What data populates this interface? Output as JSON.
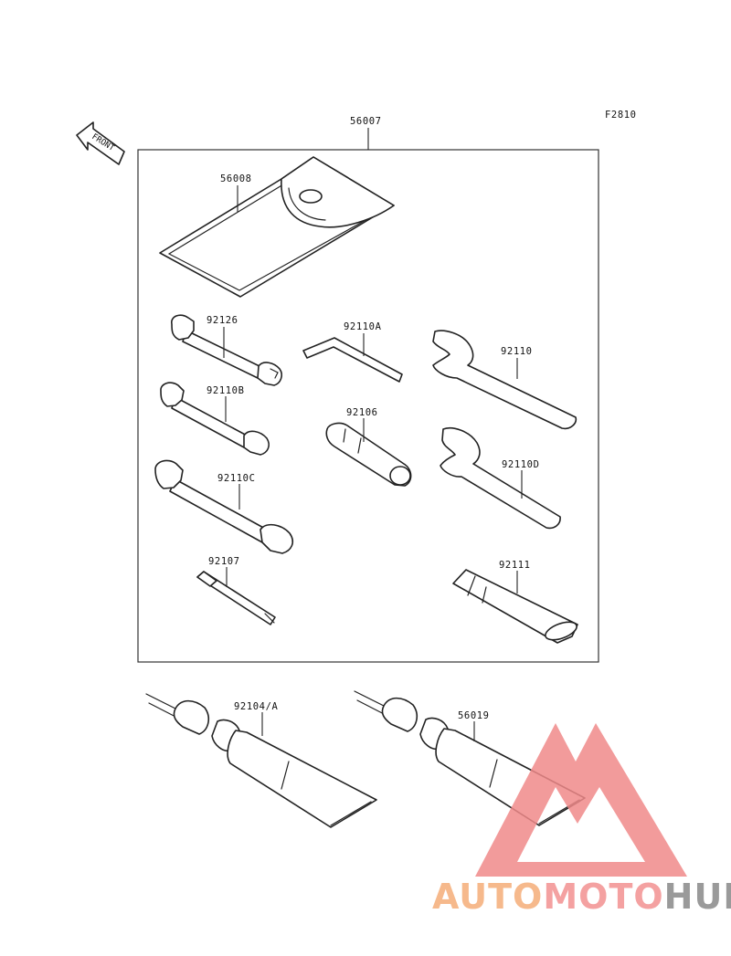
{
  "figure_code": "F2810",
  "front_marker": "FRONT",
  "parts": {
    "tool_kit": "56007",
    "tool_bag": "56008",
    "wrench_1": "92126",
    "hex_key": "92110A",
    "hook_wrench_1": "92110",
    "wrench_2": "92110B",
    "spark_plug_tool": "92106",
    "hook_wrench_2": "92110D",
    "wrench_3": "92110C",
    "screwdriver": "92107",
    "grip": "92111",
    "grease_tube_1": "92104/A",
    "grease_tube_2": "56019"
  },
  "watermark": {
    "part1": "AUTO",
    "part2": "MOTO",
    "part3": "HUB",
    "color1": "#f6b98c",
    "color2": "#f4a1a1",
    "color3": "#9a9a9a",
    "triangle_color": "#f08a8a"
  }
}
